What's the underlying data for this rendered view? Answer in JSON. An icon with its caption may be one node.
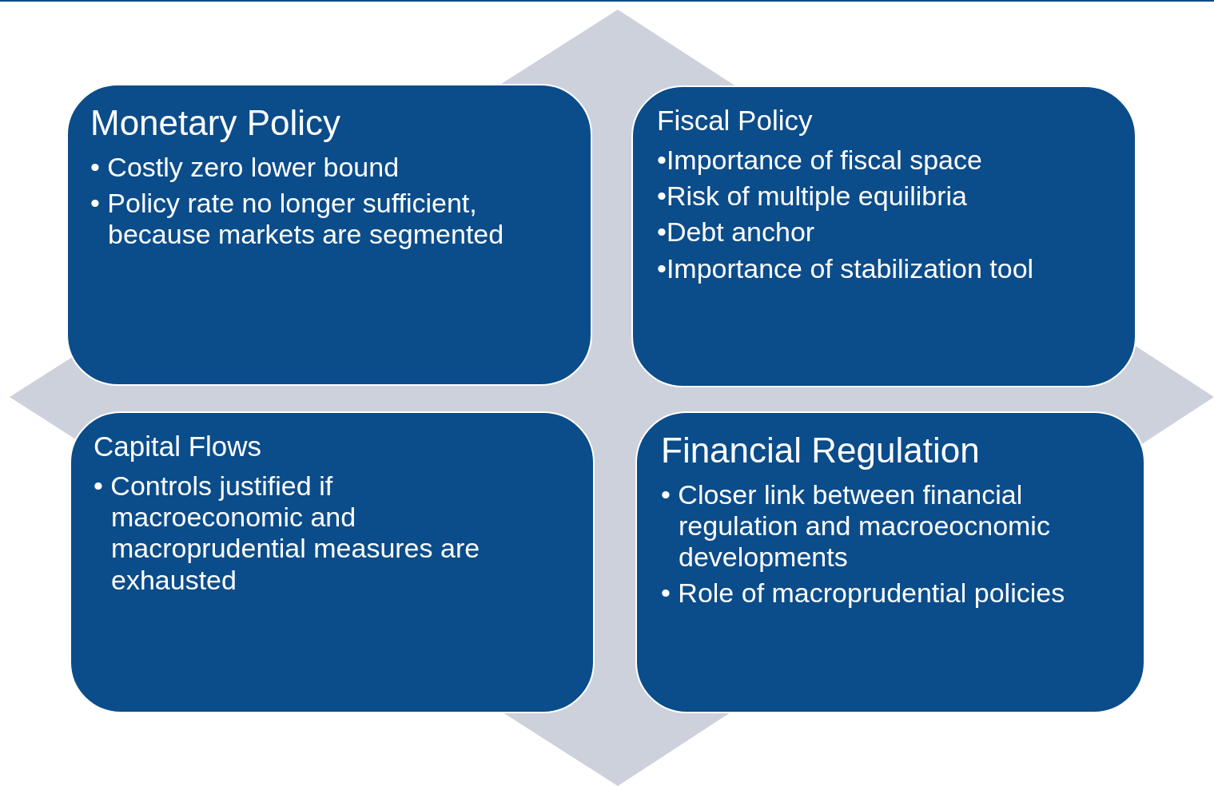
{
  "diagram": {
    "nodes": [
      {
        "text": [
          "Monetary Policy",
          "• Costly zero lower bound",
          "• Policy rate no longer sufficient, because markets are segmented"
        ]
      },
      {
        "text": [
          "Fiscal Policy",
          "•Importance of fiscal space",
          "•Risk of multiple equilibria",
          "•Debt anchor",
          "•Importance of stabilization tool"
        ]
      },
      {
        "text": [
          "Capital Flows",
          "• Controls justified if macroeconomic and macroprudential measures are exhausted"
        ]
      },
      {
        "text": [
          "Financial Regulation",
          "• Closer link between financial regulation and macroeocnomic developments",
          "• Role of macroprudential policies"
        ]
      }
    ],
    "edges": []
  }
}
